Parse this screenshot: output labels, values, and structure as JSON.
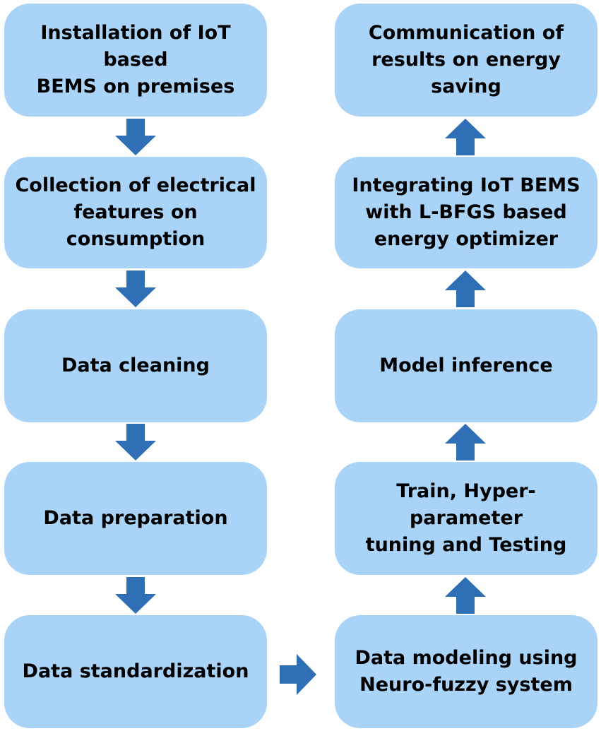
{
  "steps": {
    "installation": "Installation of IoT based\nBEMS on premises",
    "collection": "Collection of electrical\nfeatures on\nconsumption",
    "cleaning": "Data cleaning",
    "preparation": "Data preparation",
    "standardization": "Data standardization",
    "modeling": "Data modeling using\nNeuro-fuzzy system",
    "training": "Train, Hyper-parameter\ntuning and Testing",
    "inference": "Model inference",
    "integration": "Integrating IoT BEMS\nwith L-BFGS based\nenergy optimizer",
    "communication": "Communication of\nresults on energy saving"
  },
  "colors": {
    "box_fill": "#a9d3f7",
    "arrow_fill": "#2e6fb5",
    "text": "#000000"
  }
}
